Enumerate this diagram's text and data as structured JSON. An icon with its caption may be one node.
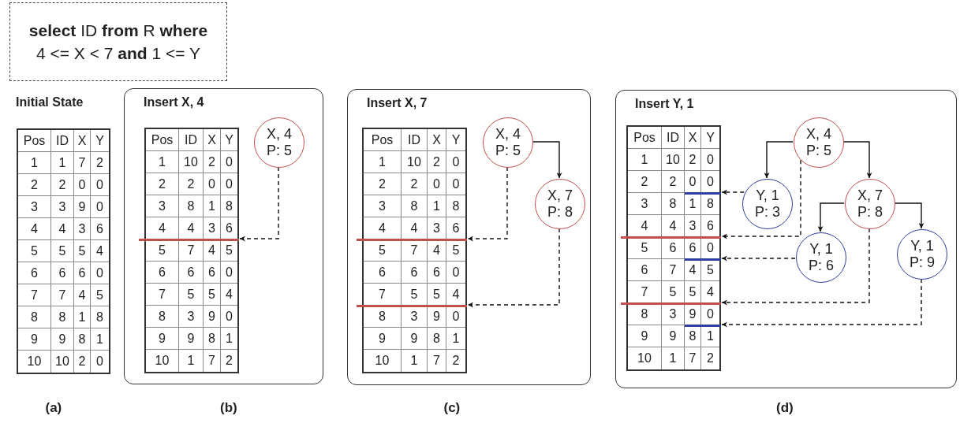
{
  "diagram": {
    "nodes": [
      {
        "text": [
          "**select** ID **from** R **where** 4 <= X < 7 **and** 1 <= Y"
        ]
      },
      {
        "text": [
          "Insert X, 4"
        ]
      },
      {
        "text": [
          "X, 4 P: 5"
        ],
        "in": 1
      },
      {
        "text": [],
        "shape": "line",
        "in": 1
      },
      {
        "text": [
          "Insert X, 7"
        ]
      },
      {
        "text": [
          "X, 4 P: 5"
        ],
        "in": 4
      },
      {
        "text": [
          "X, 7 P: 8"
        ],
        "in": 4
      },
      {
        "text": [],
        "shape": "line",
        "in": 4
      },
      {
        "text": [],
        "shape": "line",
        "in": 4
      },
      {
        "text": [
          "Insert Y, 1"
        ]
      },
      {
        "text": [
          "X, 4 P: 5"
        ],
        "in": 9
      },
      {
        "text": [
          "Y, 1 P: 3"
        ],
        "in": 9
      },
      {
        "text": [
          "X, 7 P: 8"
        ],
        "in": 9
      },
      {
        "text": [
          "Y, 1 P: 6"
        ],
        "in": 9
      },
      {
        "text": [
          "Y, 1 P: 9"
        ],
        "in": 9
      },
      {
        "text": [],
        "shape": "line",
        "in": 9
      },
      {
        "text": [],
        "shape": "line",
        "in": 9
      },
      {
        "text": [],
        "shape": "line",
        "in": 9
      },
      {
        "text": [],
        "shape": "line",
        "in": 9
      },
      {
        "text": [],
        "shape": "line",
        "in": 9
      }
    ],
    "edges": [
      {
        "from": 2,
        "to": 3,
        "arrow": "to",
        "style": "dashed"
      },
      {
        "from": 5,
        "to": 6,
        "arrow": "to"
      },
      {
        "from": 5,
        "to": 7,
        "arrow": "to",
        "style": "dashed"
      },
      {
        "from": 6,
        "to": 8,
        "arrow": "to",
        "style": "dashed"
      },
      {
        "from": 10,
        "to": 11,
        "arrow": "to"
      },
      {
        "from": 10,
        "to": 12,
        "arrow": "to"
      },
      {
        "from": 12,
        "to": 13,
        "arrow": "to"
      },
      {
        "from": 12,
        "to": 14,
        "arrow": "to"
      },
      {
        "from": 11,
        "to": 15,
        "arrow": "to",
        "style": "dashed"
      },
      {
        "from": 10,
        "to": 16,
        "arrow": "to",
        "style": "dashed"
      },
      {
        "from": 13,
        "to": 17,
        "arrow": "to",
        "style": "dashed"
      },
      {
        "from": 12,
        "to": 18,
        "arrow": "to",
        "style": "dashed"
      },
      {
        "from": 14,
        "to": 19,
        "arrow": "to",
        "style": "dashed"
      }
    ],
    "labels": [
      "Initial State",
      "Pos",
      "ID",
      "X",
      "Y",
      "1",
      "1",
      "7",
      "2",
      "2",
      "2",
      "0",
      "0",
      "3",
      "3",
      "9",
      "0",
      "4",
      "4",
      "3",
      "6",
      "5",
      "5",
      "5",
      "4",
      "6",
      "6",
      "6",
      "0",
      "7",
      "7",
      "4",
      "5",
      "8",
      "8",
      "1",
      "8",
      "9",
      "9",
      "8",
      "1",
      "10",
      "10",
      "2",
      "0",
      "Pos",
      "ID",
      "X",
      "Y",
      "1",
      "10",
      "2",
      "0",
      "2",
      "2",
      "0",
      "0",
      "3",
      "8",
      "1",
      "8",
      "4",
      "4",
      "3",
      "6",
      "5",
      "7",
      "4",
      "5",
      "6",
      "6",
      "6",
      "0",
      "7",
      "5",
      "5",
      "4",
      "8",
      "3",
      "9",
      "0",
      "9",
      "9",
      "8",
      "1",
      "10",
      "1",
      "7",
      "2",
      "Pos",
      "ID",
      "X",
      "Y",
      "1",
      "10",
      "2",
      "0",
      "2",
      "2",
      "0",
      "0",
      "3",
      "8",
      "1",
      "8",
      "4",
      "4",
      "3",
      "6",
      "5",
      "7",
      "4",
      "5",
      "6",
      "6",
      "6",
      "0",
      "7",
      "5",
      "5",
      "4",
      "8",
      "3",
      "9",
      "0",
      "9",
      "9",
      "8",
      "1",
      "10",
      "1",
      "7",
      "2",
      "Pos",
      "ID",
      "X",
      "Y",
      "1",
      "10",
      "2",
      "0",
      "2",
      "2",
      "0",
      "0",
      "3",
      "8",
      "1",
      "8",
      "4",
      "4",
      "3",
      "6",
      "5",
      "6",
      "6",
      "0",
      "6",
      "7",
      "4",
      "5",
      "7",
      "5",
      "5",
      "4",
      "8",
      "3",
      "9",
      "0",
      "9",
      "9",
      "8",
      "1",
      "10",
      "1",
      "7",
      "2",
      "(a)",
      "(b)",
      "(c)",
      "(d)"
    ]
  }
}
